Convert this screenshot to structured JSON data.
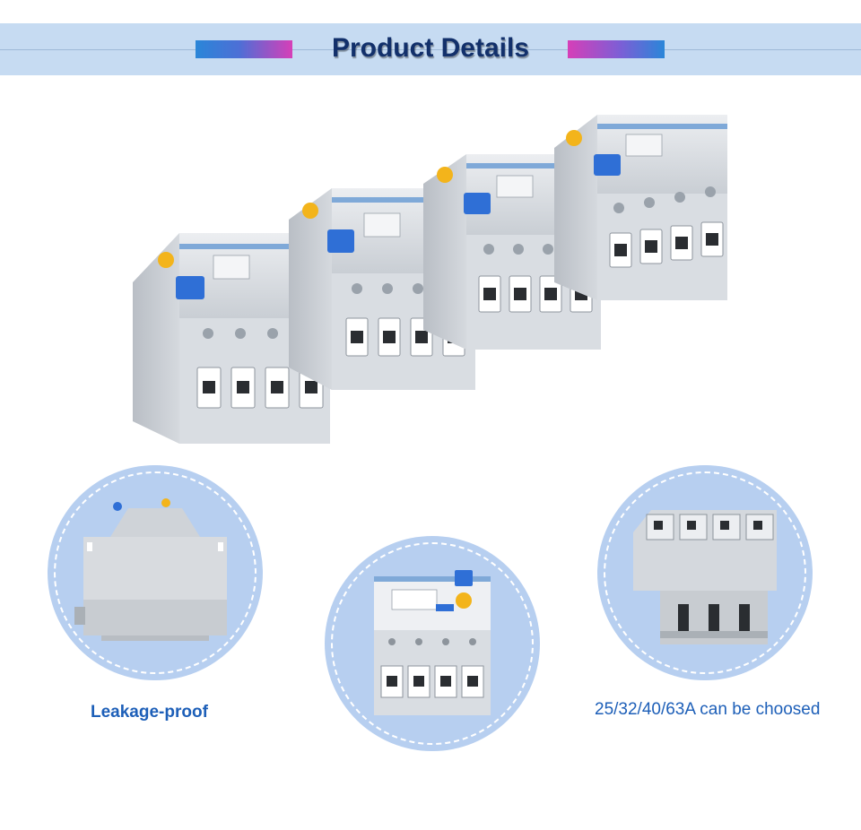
{
  "header": {
    "title": "Product Details"
  },
  "captions": {
    "left": "Leakage-proof",
    "right": "25/32/40/63A can be choosed"
  },
  "colors": {
    "band": "#c6dbf2",
    "title": "#12306b",
    "circle": "#b7cff0",
    "caption": "#1d5fb8",
    "toggle": "#2f6fd6",
    "test_button": "#f3b41b",
    "device_body": "#d7dbe0"
  }
}
